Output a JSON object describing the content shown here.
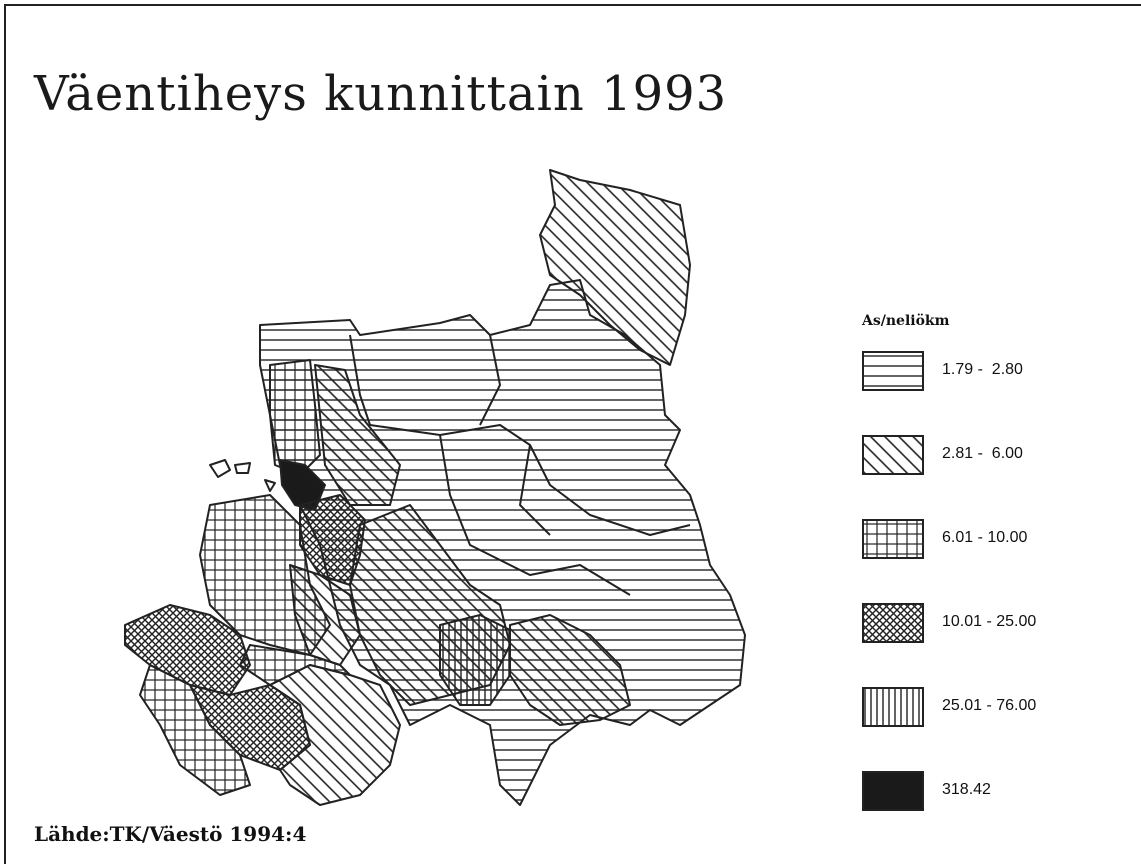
{
  "title": "Väentiheys kunnittain 1993",
  "legend": {
    "title": "As/neliökm",
    "items": [
      {
        "label": "1.79 -  2.80",
        "pattern": "horizontal-lines"
      },
      {
        "label": "2.81 -  6.00",
        "pattern": "diagonal-lines"
      },
      {
        "label": "6.01 - 10.00",
        "pattern": "grid"
      },
      {
        "label": "10.01 - 25.00",
        "pattern": "crosshatch"
      },
      {
        "label": "25.01 - 76.00",
        "pattern": "vertical-lines"
      },
      {
        "label": "318.42",
        "pattern": "solid"
      }
    ]
  },
  "source": "Lähde:TK/Väestö 1994:4",
  "colors": {
    "ink": "#1a1a1a",
    "background": "#ffffff"
  }
}
